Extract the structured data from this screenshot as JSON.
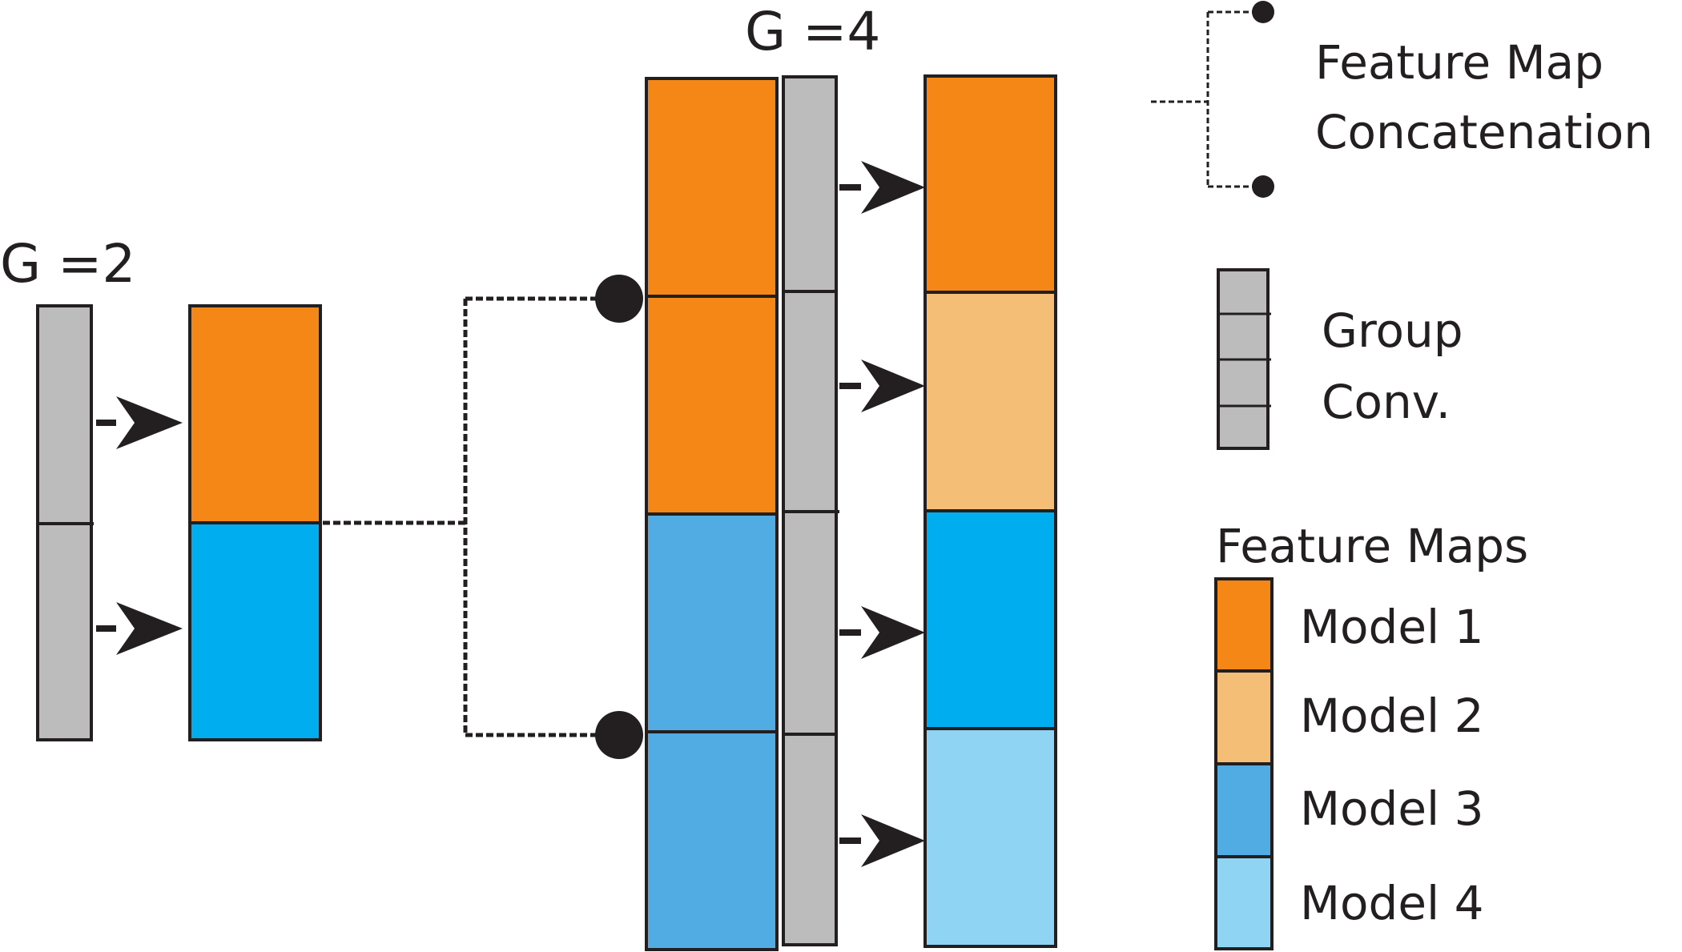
{
  "stage_left": {
    "label": "G =2"
  },
  "stage_right": {
    "label": "G =4"
  },
  "legend": {
    "concat_line1": "Feature Map",
    "concat_line2": "Concatenation",
    "group_line1": "Group",
    "group_line2": "Conv.",
    "feature_maps_title": "Feature Maps",
    "models": [
      {
        "label": "Model 1",
        "color": "#f58716"
      },
      {
        "label": "Model 2",
        "color": "#f5be76"
      },
      {
        "label": "Model 3",
        "color": "#51ace4"
      },
      {
        "label": "Model 4",
        "color": "#8fd5f3"
      }
    ]
  },
  "colors": {
    "group_conv": "#bcbcbc",
    "g2_model_b": "#00adef",
    "stroke": "#231f20"
  }
}
